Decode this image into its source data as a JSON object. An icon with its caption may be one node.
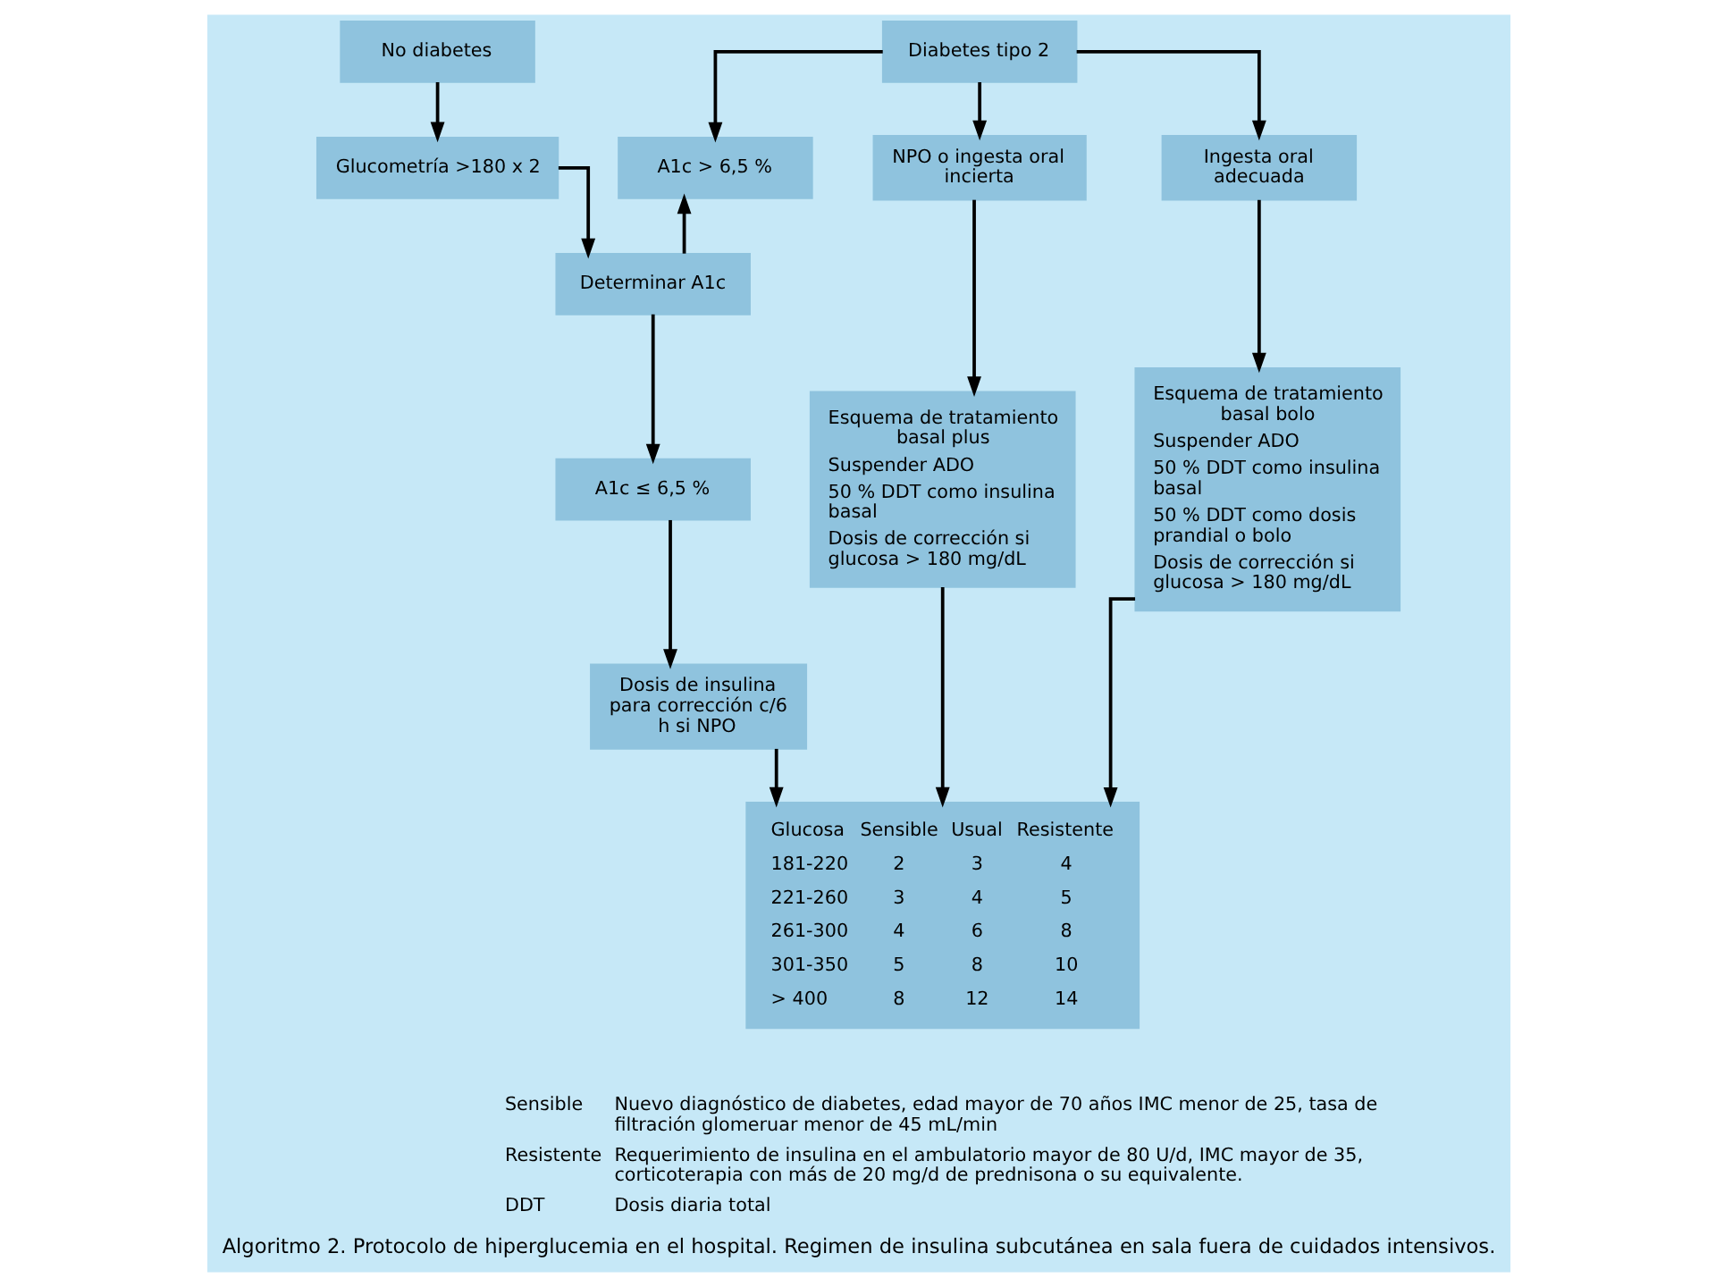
{
  "diagram": {
    "caption": "Algoritmo 2. Protocolo de hiperglucemia en el hospital. Regimen de insulina subcutánea en sala fuera de cuidados intensivos.",
    "nodes": [
      {
        "text": [
          "No diabetes"
        ]
      },
      {
        "text": [
          "Diabetes tipo 2"
        ]
      },
      {
        "text": [
          "Glucometría >180 x 2"
        ]
      },
      {
        "text": [
          "A1c > 6,5 %"
        ]
      },
      {
        "text": [
          "NPO o ingesta oral incierta"
        ]
      },
      {
        "text": [
          "Ingesta oral adecuada"
        ]
      },
      {
        "text": [
          "Determinar A1c"
        ]
      },
      {
        "text": [
          "Esquema de tratamiento basal plus",
          "Suspender ADO",
          "50 % DDT como insulina basal",
          "Dosis de corrección si glucosa > 180 mg/dL"
        ]
      },
      {
        "text": [
          "Esquema de tratamiento basal bolo",
          "Suspender ADO",
          "50 % DDT como insulina basal",
          "50 % DDT como dosis prandial o bolo",
          "Dosis de corrección si glucosa > 180 mg/dL"
        ]
      },
      {
        "text": [
          "A1c ≤ 6,5 %"
        ]
      },
      {
        "text": [
          "Dosis de insulina para corrección c/6 h si NPO"
        ]
      },
      {
        "text": [
          "Glucosa",
          "Sensible",
          "Usual",
          "Resistente",
          "181-220",
          "2",
          "3",
          "4",
          "221-260",
          "3",
          "4",
          "5",
          "261-300",
          "4",
          "6",
          "8",
          "301-350",
          "5",
          "8",
          "10",
          "> 400",
          "8",
          "12",
          "14"
        ]
      }
    ],
    "edges": [
      {
        "from": 0,
        "to": 2,
        "arrow": "to"
      },
      {
        "from": 2,
        "to": 6,
        "arrow": "to"
      },
      {
        "from": 6,
        "to": 9,
        "arrow": "to"
      },
      {
        "from": 9,
        "to": 10,
        "arrow": "to"
      },
      {
        "from": 10,
        "to": 11,
        "arrow": "to"
      },
      {
        "from": 6,
        "to": 3,
        "arrow": "to"
      },
      {
        "from": 1,
        "to": 3,
        "arrow": "to"
      },
      {
        "from": 1,
        "to": 4,
        "arrow": "to"
      },
      {
        "from": 1,
        "to": 5,
        "arrow": "to"
      },
      {
        "from": 4,
        "to": 7,
        "arrow": "to"
      },
      {
        "from": 5,
        "to": 8,
        "arrow": "to"
      },
      {
        "from": 7,
        "to": 11,
        "arrow": "to"
      },
      {
        "from": 8,
        "to": 11,
        "arrow": "to"
      }
    ],
    "labels": [
      "Sensible",
      "Nuevo diagnóstico de diabetes, edad mayor de 70 años IMC menor de 25, tasa de filtración glomeruar menor de 45 mL/min",
      "Resistente",
      "Requerimiento de insulina en el ambulatorio mayor de 80 U/d, IMC mayor de 35, corticoterapia con más de 20 mg/d de prednisona o su equivalente.",
      "DDT",
      "Dosis diaria total"
    ]
  }
}
